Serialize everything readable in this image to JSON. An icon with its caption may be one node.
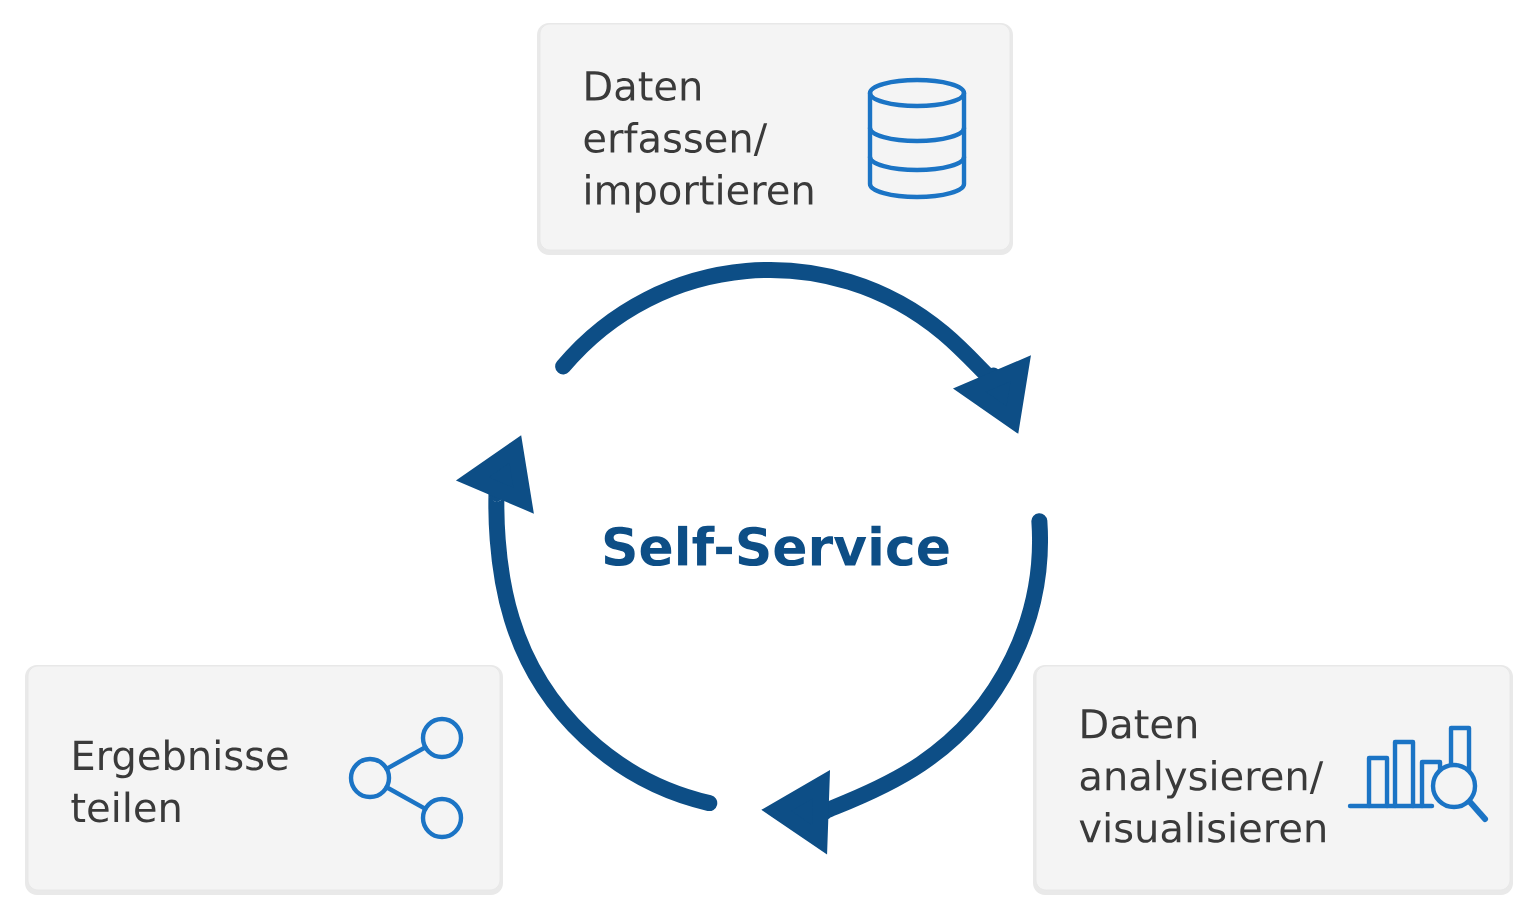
{
  "diagram": {
    "nodes": [
      {
        "text": [
          "Daten erfassen/ importieren"
        ]
      },
      {
        "text": [
          "Ergebnisse teilen"
        ]
      },
      {
        "text": [
          "Daten analysieren/ visualisieren"
        ]
      }
    ],
    "labels": [
      "Self-Service"
    ]
  }
}
